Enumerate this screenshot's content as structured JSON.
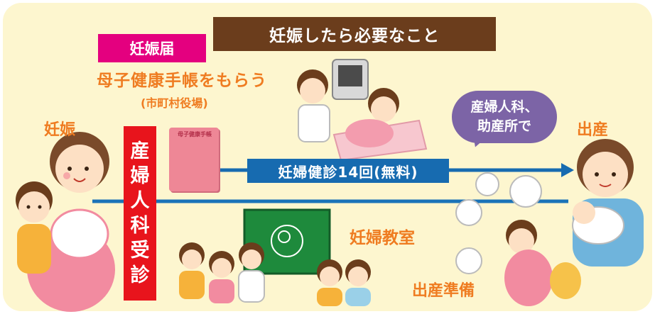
{
  "title": "妊娠したら必要なこと",
  "notice": "妊娠届",
  "handbook": {
    "text": "母子健康手帳をもらう",
    "sub": "(市町村役場)"
  },
  "handbook_cover": "母子健康手帳",
  "stages": {
    "start": "妊娠",
    "end": "出産"
  },
  "first_visit": [
    "産",
    "婦",
    "人",
    "科",
    "受",
    "診"
  ],
  "checkups": "妊婦健診14回(無料)",
  "bubble": {
    "line1": "産婦人科、",
    "line2": "助産所で"
  },
  "class_label": "妊婦教室",
  "prep_label": "出産準備",
  "colors": {
    "background": "#fdf6cf",
    "title_banner": "#6b3d1c",
    "notice_badge": "#e4007f",
    "label_orange": "#ef7c21",
    "first_visit": "#e8141c",
    "checkup_bar": "#176bb0",
    "timeline": "#1a73b8",
    "bubble": "#7c64a6"
  }
}
